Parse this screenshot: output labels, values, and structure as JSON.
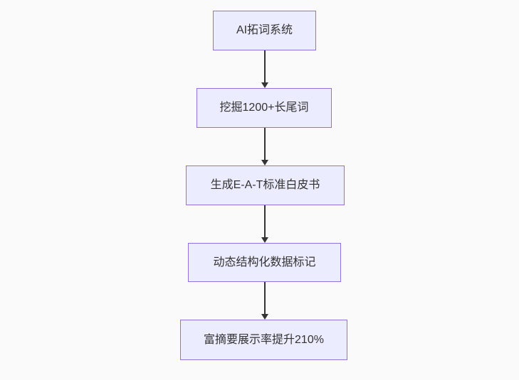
{
  "flowchart": {
    "type": "flowchart",
    "direction": "top-down",
    "nodes": [
      {
        "id": "step-1",
        "label": "AI拓词系统"
      },
      {
        "id": "step-2",
        "label": "挖掘1200+长尾词"
      },
      {
        "id": "step-3",
        "label": "生成E-A-T标准白皮书"
      },
      {
        "id": "step-4",
        "label": "动态结构化数据标记"
      },
      {
        "id": "step-5",
        "label": "富摘要展示率提升210%"
      }
    ],
    "edges": [
      {
        "from": "step-1",
        "to": "step-2",
        "style": "arrow-down"
      },
      {
        "from": "step-2",
        "to": "step-3",
        "style": "arrow-down"
      },
      {
        "from": "step-3",
        "to": "step-4",
        "style": "arrow-down"
      },
      {
        "from": "step-4",
        "to": "step-5",
        "style": "arrow-down"
      }
    ],
    "colors": {
      "node_fill": "#ECECFF",
      "node_border": "#9370DB",
      "text": "#333333",
      "arrow": "#333333",
      "background": "#fafafa"
    }
  }
}
